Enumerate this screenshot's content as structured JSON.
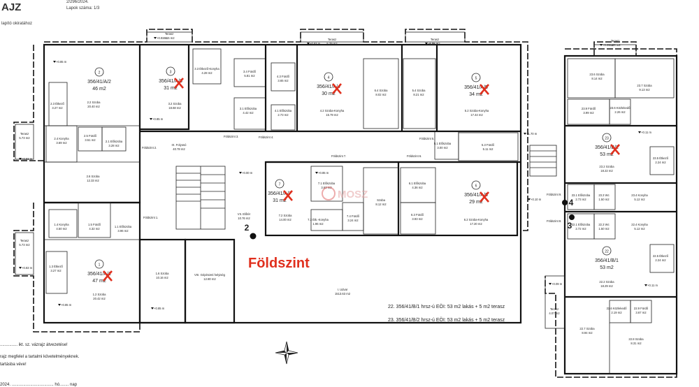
{
  "header": {
    "title_fragment": "AJZ",
    "date": "2/296/2024.",
    "pages": "Lapok száma: 1/3",
    "subtitle": "lapító okiratához"
  },
  "floor_title": "Földszint",
  "colors": {
    "floor_title": "#e0301e",
    "cross": "#e0301e",
    "wall": "#111111"
  },
  "units": [
    {
      "id": "u2",
      "num": "2",
      "code": "356/41/A/2",
      "area": "46 m2",
      "crossed": false
    },
    {
      "id": "u3",
      "num": "3",
      "code": "356/41/A/3",
      "area": "31 m2",
      "crossed": true
    },
    {
      "id": "u4",
      "num": "4",
      "code": "356/41/A/4",
      "area": "30 m2",
      "crossed": true
    },
    {
      "id": "u5",
      "num": "5",
      "code": "356/41/A/5",
      "area": "34 m2",
      "crossed": true
    },
    {
      "id": "u7",
      "num": "7",
      "code": "356/41/A/7",
      "area": "31 m2",
      "crossed": true
    },
    {
      "id": "u6",
      "num": "6",
      "code": "356/41/A/6",
      "area": "29 m2",
      "crossed": true
    },
    {
      "id": "u1",
      "num": "1",
      "code": "356/41/A/1",
      "area": "47 m2",
      "crossed": true
    },
    {
      "id": "u23",
      "num": "23",
      "code": "356/41/B/2",
      "area": "53 m2",
      "crossed": true
    },
    {
      "id": "u22",
      "num": "22",
      "code": "356/41/B/1",
      "area": "53 m2",
      "crossed": false
    }
  ],
  "rooms": [
    {
      "id": "r_terasz_top1",
      "label": "Terasz",
      "area": "4.15 m2"
    },
    {
      "id": "r_terasz_top4",
      "label": "Terasz",
      "area": "5.79 m2"
    },
    {
      "id": "r_terasz_top5",
      "label": "Terasz",
      "area": "5.79 m2"
    },
    {
      "id": "r_terasz_b",
      "label": "Terasz",
      "area": "4.65 m2"
    },
    {
      "id": "r_2_3",
      "label": "2.3 Étkező",
      "area": "3.27 m2"
    },
    {
      "id": "r_2_2",
      "label": "2.2 Szoba",
      "area": "20.40 m2"
    },
    {
      "id": "r_3_3",
      "label": "3.3 Étkező-Konyha",
      "area": "4.28 m2"
    },
    {
      "id": "r_3_2",
      "label": "3.2 Szoba",
      "area": "18.68 m2"
    },
    {
      "id": "r_3_4",
      "label": "3.4 Fürdő",
      "area": "5.81 m2"
    },
    {
      "id": "r_3_1",
      "label": "3.1 Előszoba",
      "area": "4.42 m2"
    },
    {
      "id": "r_4_3",
      "label": "4.3 Fürdő",
      "area": "3.65 m2"
    },
    {
      "id": "r_4_1",
      "label": "4.1 Előszoba",
      "area": "2.73 m2"
    },
    {
      "id": "r_4_2",
      "label": "4.2 Szoba-Konyha",
      "area": "15.79 m2"
    },
    {
      "id": "r_6_4",
      "label": "6.4 Szoba",
      "area": "8.02 m2"
    },
    {
      "id": "r_5_4",
      "label": "5.4 Szoba",
      "area": "8.21 m2"
    },
    {
      "id": "r_5_2",
      "label": "5.2 Szoba-Konyha",
      "area": "17.44 m2"
    },
    {
      "id": "r_5_1",
      "label": "5.1 Előszoba",
      "area": "3.00 m2"
    },
    {
      "id": "r_5_3",
      "label": "5.3 Fürdő",
      "area": "5.11 m2"
    },
    {
      "id": "r_terasz_l1",
      "label": "Terasz",
      "area": "5.73 m2"
    },
    {
      "id": "r_2_4",
      "label": "2.4 Konyha",
      "area": "3.69 m2"
    },
    {
      "id": "r_2_5",
      "label": "2.5 Fürdő",
      "area": "3.51 m2"
    },
    {
      "id": "r_2_1",
      "label": "2.1 Előszoba",
      "area": "3.28 m2"
    },
    {
      "id": "r_ix",
      "label": "IX. Folyosó",
      "area": "40.78 m2"
    },
    {
      "id": "r_2_6",
      "label": "2.6 Szoba",
      "area": "12.33 m2"
    },
    {
      "id": "r_7_1",
      "label": "7.1 Előszoba",
      "area": "3.63 m2"
    },
    {
      "id": "r_7_2",
      "label": "7.2 Szoba",
      "area": "14.00 m2"
    },
    {
      "id": "r_7_3",
      "label": "7.3 Étk.-Konyha",
      "area": "1.96 m2"
    },
    {
      "id": "r_7_4",
      "label": "7.4 Fürdő",
      "area": "3.24 m2"
    },
    {
      "id": "r_6_x",
      "label": "Szoba",
      "area": "8.12 m2"
    },
    {
      "id": "r_6_1",
      "label": "6.1 Előszoba",
      "area": "4.36 m2"
    },
    {
      "id": "r_6_3",
      "label": "6.3 Fürdő",
      "area": "3.93 m2"
    },
    {
      "id": "r_6_2",
      "label": "6.2 Szoba-Konyha",
      "area": "17.20 m2"
    },
    {
      "id": "r_vii",
      "label": "VII. Előtér",
      "area": "10.76 m2"
    },
    {
      "id": "r_1_4",
      "label": "1.4 Konyha",
      "area": "4.50 m2"
    },
    {
      "id": "r_1_5",
      "label": "1.5 Fürdő",
      "area": "4.32 m2"
    },
    {
      "id": "r_1_1",
      "label": "1.1 Előszoba",
      "area": "3.96 m2"
    },
    {
      "id": "r_terasz_l2",
      "label": "Terasz",
      "area": "5.73 m2"
    },
    {
      "id": "r_1_3",
      "label": "1.3 Étkező",
      "area": "3.27 m2"
    },
    {
      "id": "r_1_2",
      "label": "1.2 Szoba",
      "area": "20.42 m2"
    },
    {
      "id": "r_1_6",
      "label": "1.6 Szoba",
      "area": "10.16 m2"
    },
    {
      "id": "r_viii",
      "label": "VIII. Gépészeti helyiség",
      "area": "12.80 m2"
    },
    {
      "id": "r_udvar",
      "label": "I. Udvar",
      "area": "1513.63 m2"
    },
    {
      "id": "r_23_6",
      "label": "23.6 Szoba",
      "area": "8.14 m2"
    },
    {
      "id": "r_23_7",
      "label": "23.7 Szoba",
      "area": "9.13 m2"
    },
    {
      "id": "r_23_9",
      "label": "23.9 Fürdő",
      "area": "3.99 m2"
    },
    {
      "id": "r_23_8",
      "label": "23.6 Közlekedő",
      "area": "2.26 m2"
    },
    {
      "id": "r_23_2",
      "label": "23.2 Szoba",
      "area": "18.22 m2"
    },
    {
      "id": "r_23_5",
      "label": "23.5 Étkező",
      "area": "2.24 m2"
    },
    {
      "id": "r_23_1",
      "label": "23.1 Előszoba",
      "area": "2.73 m2"
    },
    {
      "id": "r_23_3",
      "label": "23.3 Wc",
      "area": "1.50 m2"
    },
    {
      "id": "r_23_4",
      "label": "23.4 Konyha",
      "area": "5.12 m2"
    },
    {
      "id": "r_22_1",
      "label": "22.1 Előszoba",
      "area": "2.72 m2"
    },
    {
      "id": "r_22_3",
      "label": "22.3 Wc",
      "area": "1.50 m2"
    },
    {
      "id": "r_22_4",
      "label": "22.4 Konyha",
      "area": "5.12 m2"
    },
    {
      "id": "r_22_5",
      "label": "22.5 Étkező",
      "area": "2.24 m2"
    },
    {
      "id": "r_22_2",
      "label": "22.2 Szoba",
      "area": "18.29 m2"
    },
    {
      "id": "r_terasz_b2",
      "label": "Terasz",
      "area": "4.07 m2"
    },
    {
      "id": "r_22_6",
      "label": "22.6 Közlekedő",
      "area": "2.19 m2"
    },
    {
      "id": "r_22_9",
      "label": "22.9 Fürdő",
      "area": "3.67 m2"
    },
    {
      "id": "r_22_7",
      "label": "22.7 Szoba",
      "area": "8.94 m2"
    },
    {
      "id": "r_22_8",
      "label": "22.8 Szoba",
      "area": "8.31 m2"
    }
  ],
  "levels": [
    {
      "id": "l1",
      "text": "+0.93 m"
    },
    {
      "id": "l2",
      "text": "+0.85 m"
    },
    {
      "id": "l3",
      "text": "+0.83 m"
    },
    {
      "id": "l4",
      "text": "+0.93 m"
    },
    {
      "id": "l5",
      "text": "+0.85 m"
    },
    {
      "id": "l6",
      "text": "+0.09 m"
    },
    {
      "id": "l7",
      "text": "+1.70 m"
    },
    {
      "id": "l8",
      "text": "+0.11 m"
    },
    {
      "id": "l9",
      "text": "+0.00 m"
    },
    {
      "id": "l10",
      "text": "+0.85 m"
    },
    {
      "id": "l11",
      "text": "+0.85 m"
    },
    {
      "id": "l12",
      "text": "+0.10 m"
    },
    {
      "id": "l13",
      "text": "+0.11 m"
    },
    {
      "id": "l14",
      "text": "+0.09 m"
    },
    {
      "id": "l15",
      "text": "+0.83 m"
    },
    {
      "id": "l16",
      "text": "+0.85 m"
    },
    {
      "id": "l17",
      "text": "+0.85 m"
    }
  ],
  "floor_markers": [
    {
      "id": "f2",
      "text": "Földszint 2."
    },
    {
      "id": "f3",
      "text": "Földszint 3."
    },
    {
      "id": "f4",
      "text": "Földszint 4."
    },
    {
      "id": "f5",
      "text": "Földszint 5."
    },
    {
      "id": "f6",
      "text": "Földszint 6."
    },
    {
      "id": "f7",
      "text": "Földszint 7."
    },
    {
      "id": "f1",
      "text": "Földszint 1."
    },
    {
      "id": "f8",
      "text": "Földszint 8."
    },
    {
      "id": "f9",
      "text": "Földszint 9."
    }
  ],
  "entry_numbers": [
    {
      "id": "e2",
      "text": "2"
    },
    {
      "id": "e4",
      "text": "4"
    },
    {
      "id": "e3",
      "text": "3"
    }
  ],
  "legend": [
    {
      "id": "leg22",
      "text": "22. 356/41/B/1 hrsz-ú EÖI:   53 m2 lakás + 5 m2 terasz"
    },
    {
      "id": "leg23",
      "text": "23. 356/41/B/2 hrsz-ú EÖI:   53 m2 lakás + 5 m2 terasz"
    }
  ],
  "footer": [
    {
      "id": "ft1",
      "text": "............... ikt. sz. vázrajz átvezetése!"
    },
    {
      "id": "ft2",
      "text": "rajz megfelel a tartalmi követelményeknek."
    },
    {
      "id": "ft3",
      "text": "tartásba véve!"
    },
    {
      "id": "ft4",
      "text": "2024. .................................... hó........ nap"
    }
  ],
  "watermark": "MOSZ"
}
